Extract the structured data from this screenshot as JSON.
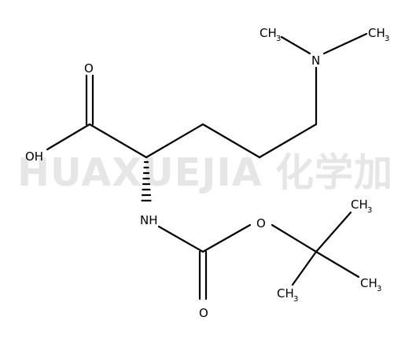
{
  "watermark": {
    "latin": "HUAXUEJIA",
    "cjk": "化学加"
  },
  "atoms": {
    "carbonyl_o": "O",
    "hydroxyl": "OH",
    "amine_n": "NH",
    "dimethylamino_n": "N",
    "ester_o": "O",
    "carbamate_o": "O",
    "methyl_base": "CH",
    "methyl_sub": "3"
  }
}
